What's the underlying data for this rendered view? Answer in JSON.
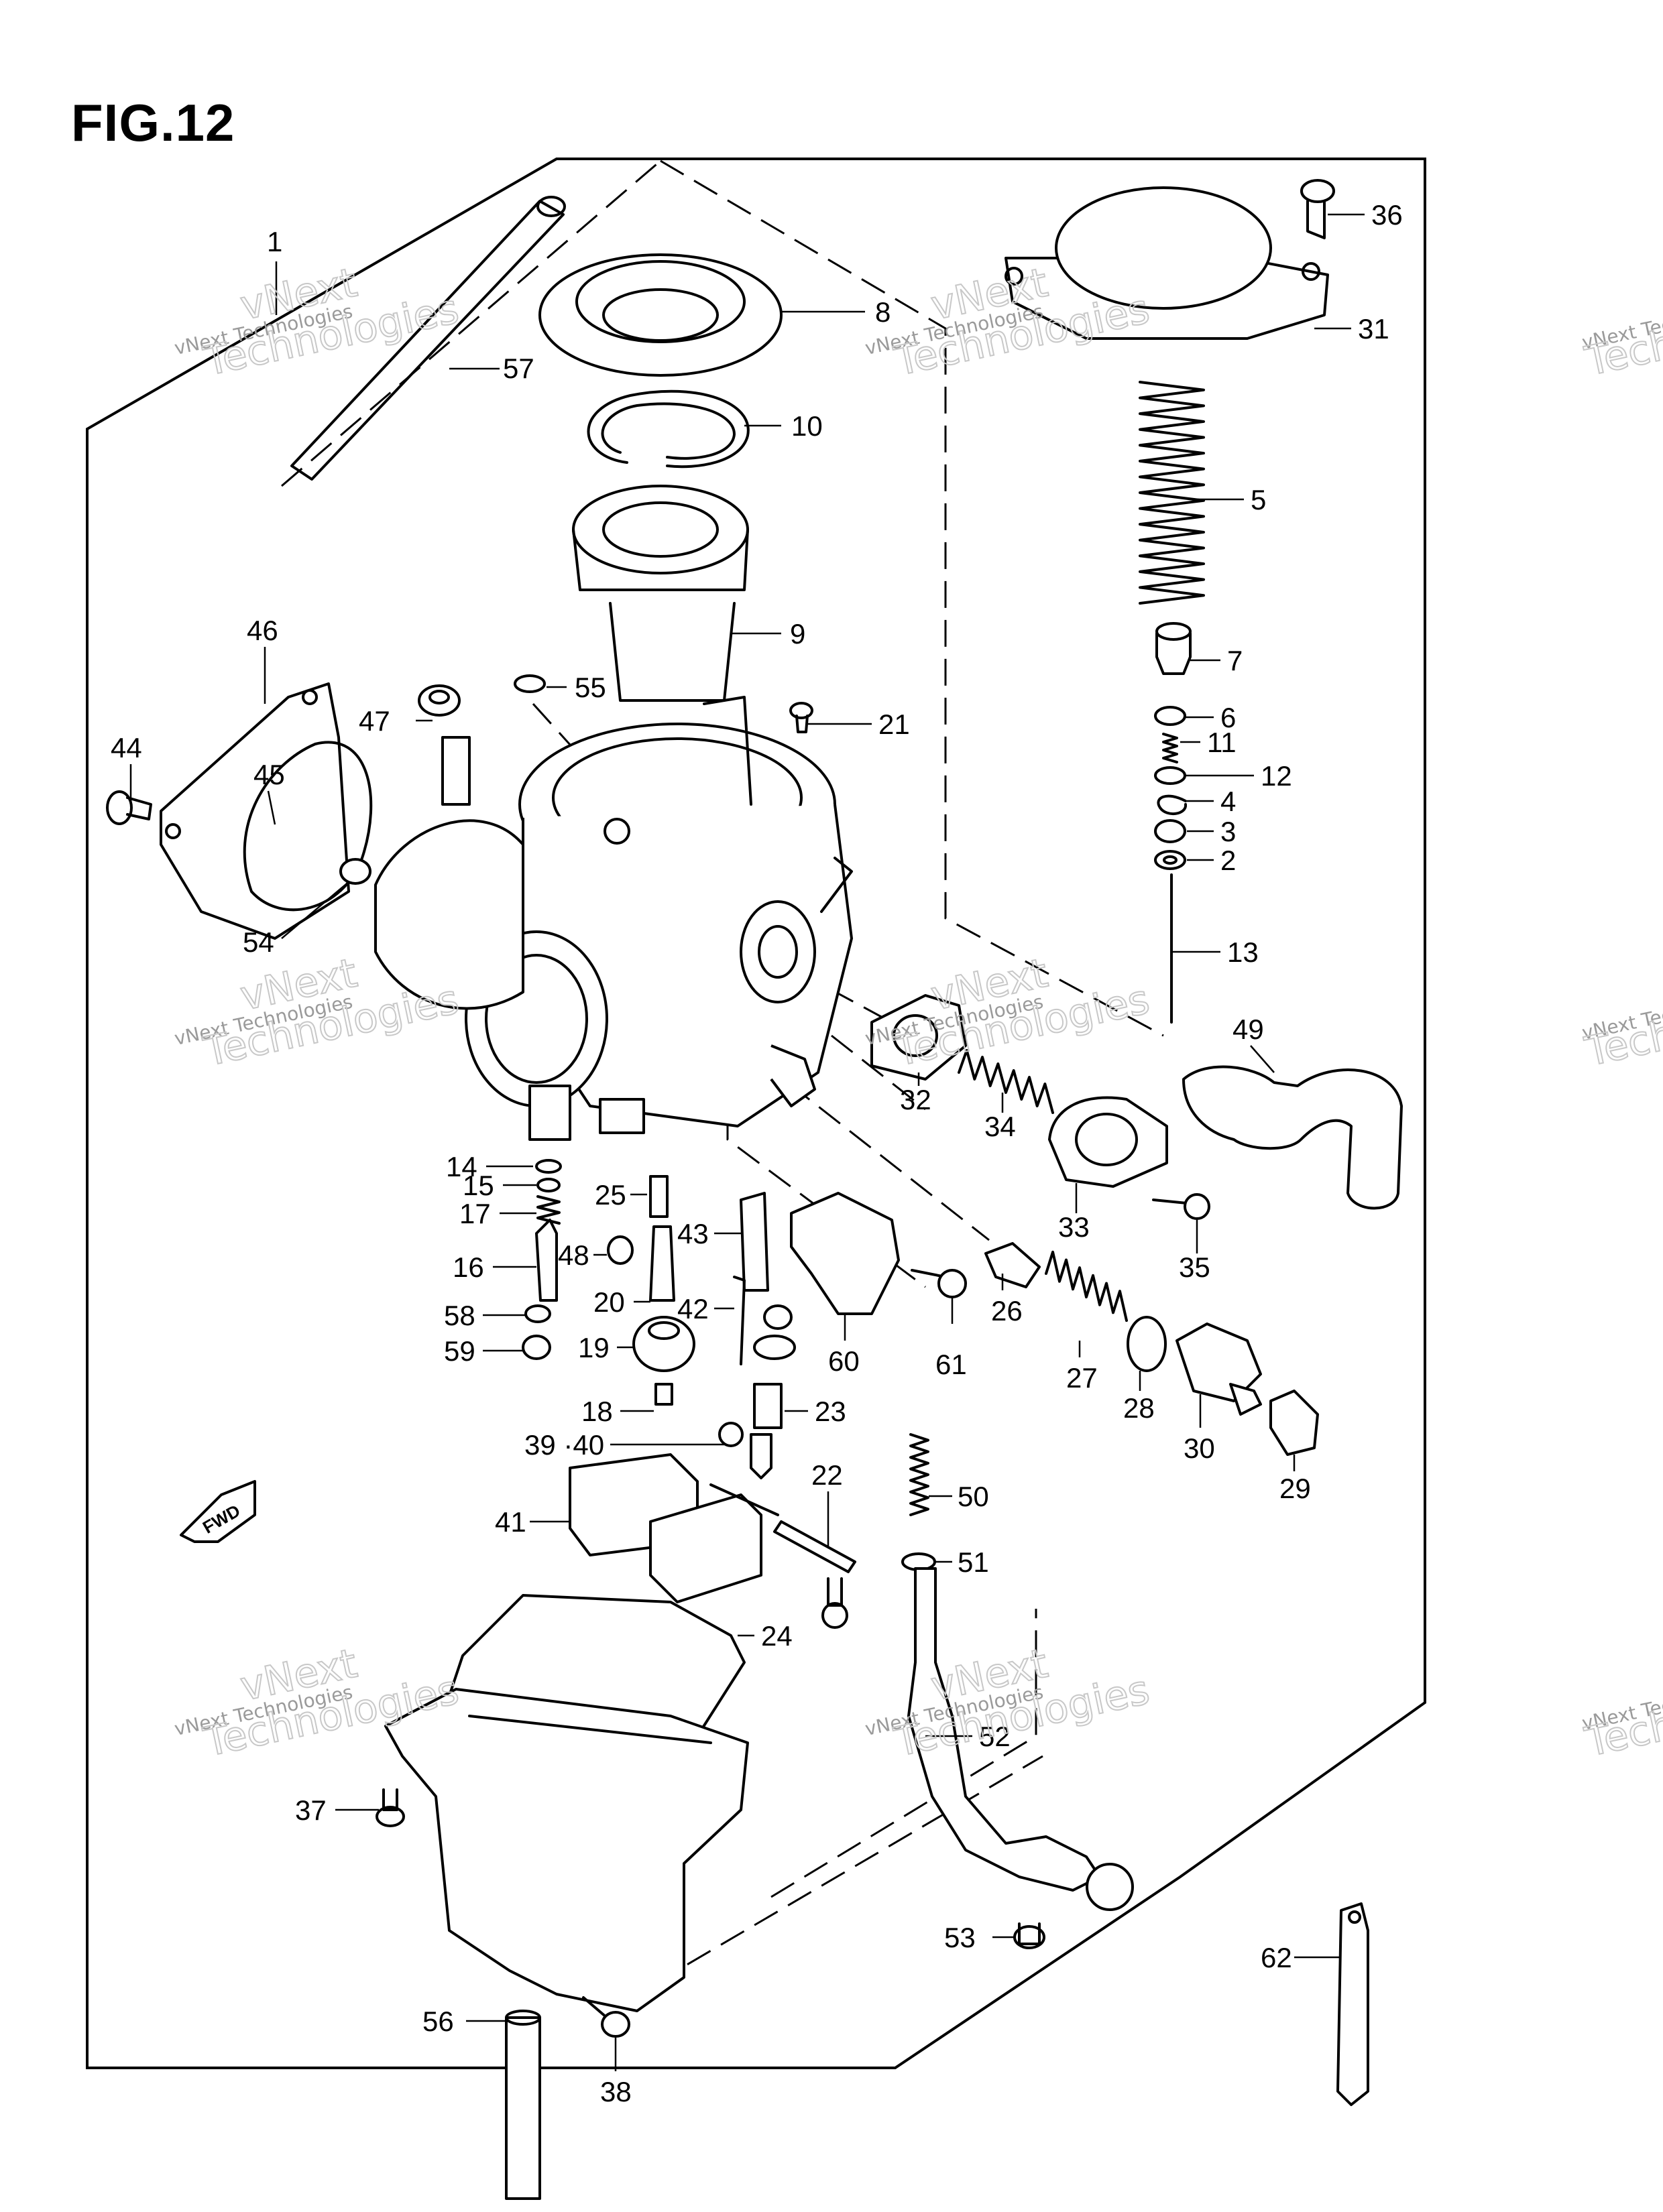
{
  "figure": {
    "title": "FIG.12"
  },
  "watermark": {
    "line1": "vNext",
    "line2": "vNext Technologies",
    "line3": "Technologies"
  },
  "fwd_label": "FWD",
  "callouts": [
    "1",
    "57",
    "8",
    "10",
    "9",
    "55",
    "21",
    "36",
    "31",
    "5",
    "7",
    "6",
    "11",
    "12",
    "4",
    "3",
    "2",
    "13",
    "46",
    "47",
    "44",
    "45",
    "54",
    "49",
    "32",
    "34",
    "33",
    "35",
    "14",
    "15",
    "17",
    "16",
    "25",
    "48",
    "43",
    "20",
    "42",
    "58",
    "59",
    "19",
    "18",
    "39 ·40",
    "23",
    "60",
    "61",
    "26",
    "27",
    "28",
    "30",
    "29",
    "41",
    "22",
    "50",
    "51",
    "24",
    "52",
    "37",
    "53",
    "62",
    "56",
    "38"
  ]
}
